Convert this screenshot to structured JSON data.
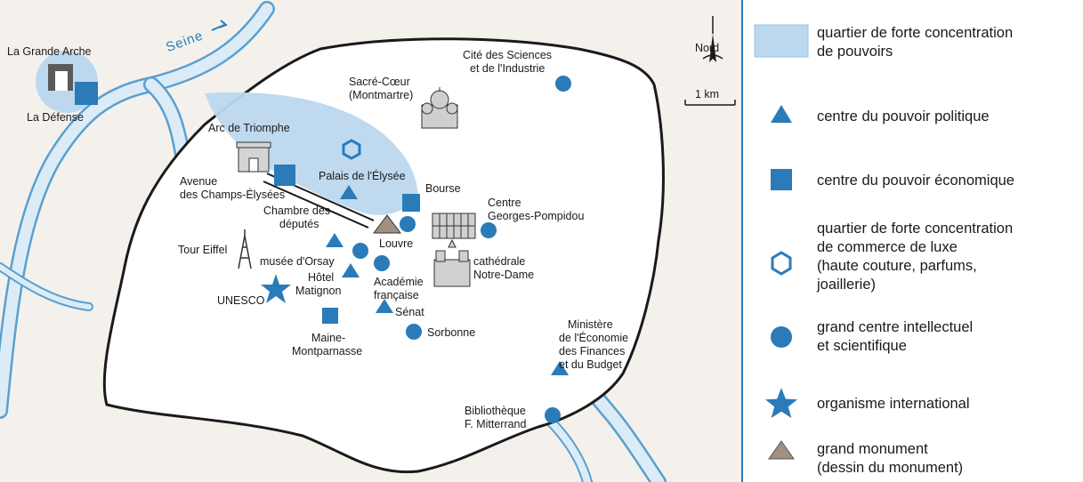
{
  "map": {
    "river_name": "Seine",
    "north_label": "Nord",
    "scale_label": "1 km",
    "places": {
      "grande_arche": "La Grande Arche",
      "defense": "La Défense",
      "cite_sciences_1": "Cité des Sciences",
      "cite_sciences_2": "et de l'Industrie",
      "sacre_coeur_1": "Sacré-Cœur",
      "sacre_coeur_2": "(Montmartre)",
      "arc_triomphe": "Arc de Triomphe",
      "champs_1": "Avenue",
      "champs_2": "des Champs-Élysées",
      "elysee": "Palais de l'Élysée",
      "bourse": "Bourse",
      "pompidou_1": "Centre",
      "pompidou_2": "Georges-Pompidou",
      "deputes_1": "Chambre des",
      "deputes_2": "députés",
      "louvre": "Louvre",
      "tour_eiffel": "Tour Eiffel",
      "orsay": "musée d'Orsay",
      "matignon_1": "Hôtel",
      "matignon_2": "Matignon",
      "academie_1": "Académie",
      "academie_2": "française",
      "notre_dame_1": "cathédrale",
      "notre_dame_2": "Notre-Dame",
      "unesco": "UNESCO",
      "senat": "Sénat",
      "montparnasse_1": "Maine-",
      "montparnasse_2": "Montparnasse",
      "sorbonne": "Sorbonne",
      "ministere_1": "Ministère",
      "ministere_2": "de l'Économie",
      "ministere_3": "des Finances",
      "ministere_4": "et du Budget",
      "bibliotheque_1": "Bibliothèque",
      "bibliotheque_2": "F. Mitterrand"
    }
  },
  "legend": {
    "power_zone_1": "quartier de forte concentration",
    "power_zone_2": "de pouvoirs",
    "political": "centre du pouvoir politique",
    "economic": "centre du pouvoir économique",
    "luxury_1": "quartier de forte concentration",
    "luxury_2": "de commerce de luxe",
    "luxury_3": "(haute couture, parfums,",
    "luxury_4": "joaillerie)",
    "intellectual_1": "grand centre intellectuel",
    "intellectual_2": "et scientifique",
    "international": "organisme international",
    "monument_1": "grand monument",
    "monument_2": "(dessin du monument)"
  },
  "colors": {
    "symbol_blue": "#2a7bb8",
    "zone_blue": "#bcd8ee",
    "river_blue": "#5aa0d0",
    "outline": "#1a1a1a"
  }
}
